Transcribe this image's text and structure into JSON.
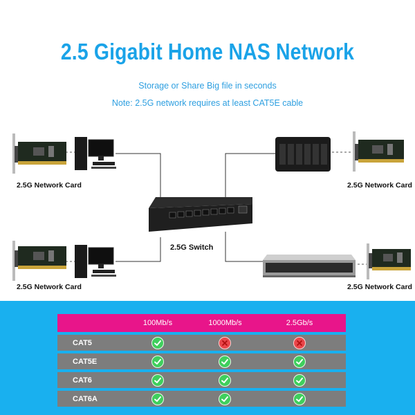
{
  "title": "2.5 Gigabit Home NAS Network",
  "subtitle_1": "Storage or Share Big file in seconds",
  "subtitle_2": "Note: 2.5G network requires at least CAT5E cable",
  "labels": {
    "card_tl": "2.5G Network Card",
    "card_bl": "2.5G Network Card",
    "card_tr": "2.5G Network Card",
    "card_br": "2.5G Network Card",
    "switch": "2.5G Switch"
  },
  "table": {
    "columns": [
      "100Mb/s",
      "1000Mb/s",
      "2.5Gb/s"
    ],
    "rows": [
      {
        "label": "CAT5",
        "support": [
          "check-icon",
          "cross-icon",
          "cross-icon"
        ]
      },
      {
        "label": "CAT5E",
        "support": [
          "check-icon",
          "check-icon",
          "check-icon"
        ]
      },
      {
        "label": "CAT6",
        "support": [
          "check-icon",
          "check-icon",
          "check-icon"
        ]
      },
      {
        "label": "CAT6A",
        "support": [
          "check-icon",
          "check-icon",
          "check-icon"
        ]
      }
    ]
  },
  "colors": {
    "title": "#1aa3e8",
    "bottom_band": "#19b0ef",
    "table_header": "#e8158a",
    "table_row": "#7d7d7d",
    "check": "#3fcf5d",
    "cross": "#e9464a"
  }
}
